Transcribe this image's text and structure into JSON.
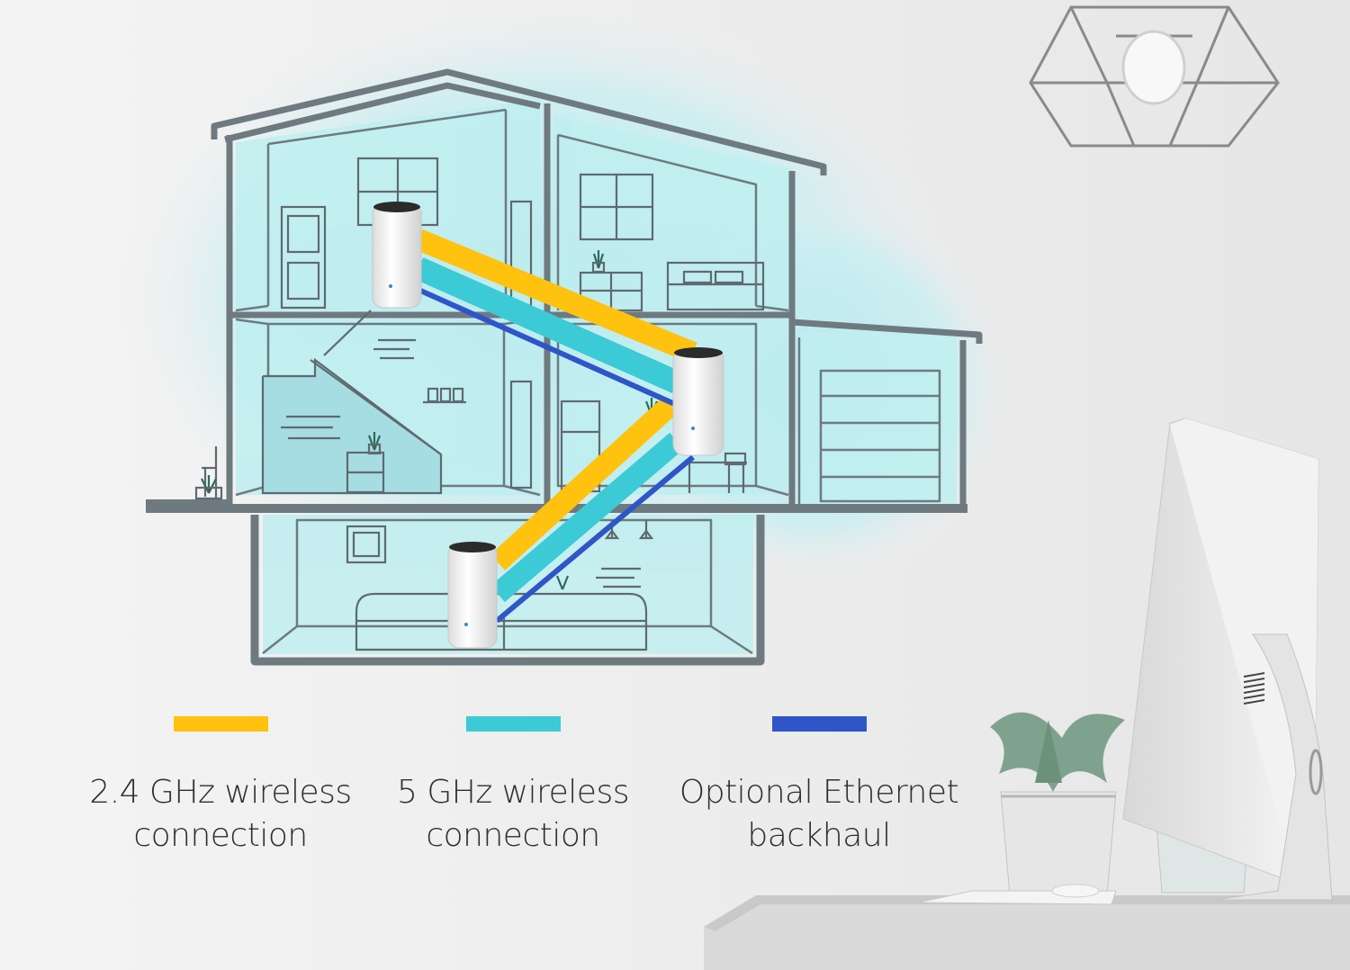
{
  "legend": [
    {
      "label": "2.4 GHz wireless\nconnection",
      "color": "#ffc20e",
      "icon": "legend-swatch-yellow"
    },
    {
      "label": "5 GHz wireless\nconnection",
      "color": "#3ccad6",
      "icon": "legend-swatch-cyan"
    },
    {
      "label": "Optional  Ethernet\nbackhaul",
      "color": "#2f55c8",
      "icon": "legend-swatch-blue"
    }
  ],
  "colors": {
    "background": "#eeeeee",
    "house_fill": "#bfeef0",
    "house_outline": "#6e7a80",
    "glow": "#c4eef2"
  },
  "devices": [
    {
      "name": "deco-unit-top-floor",
      "icon": "mesh-router-icon"
    },
    {
      "name": "deco-unit-middle-floor",
      "icon": "mesh-router-icon"
    },
    {
      "name": "deco-unit-basement",
      "icon": "mesh-router-icon"
    }
  ]
}
